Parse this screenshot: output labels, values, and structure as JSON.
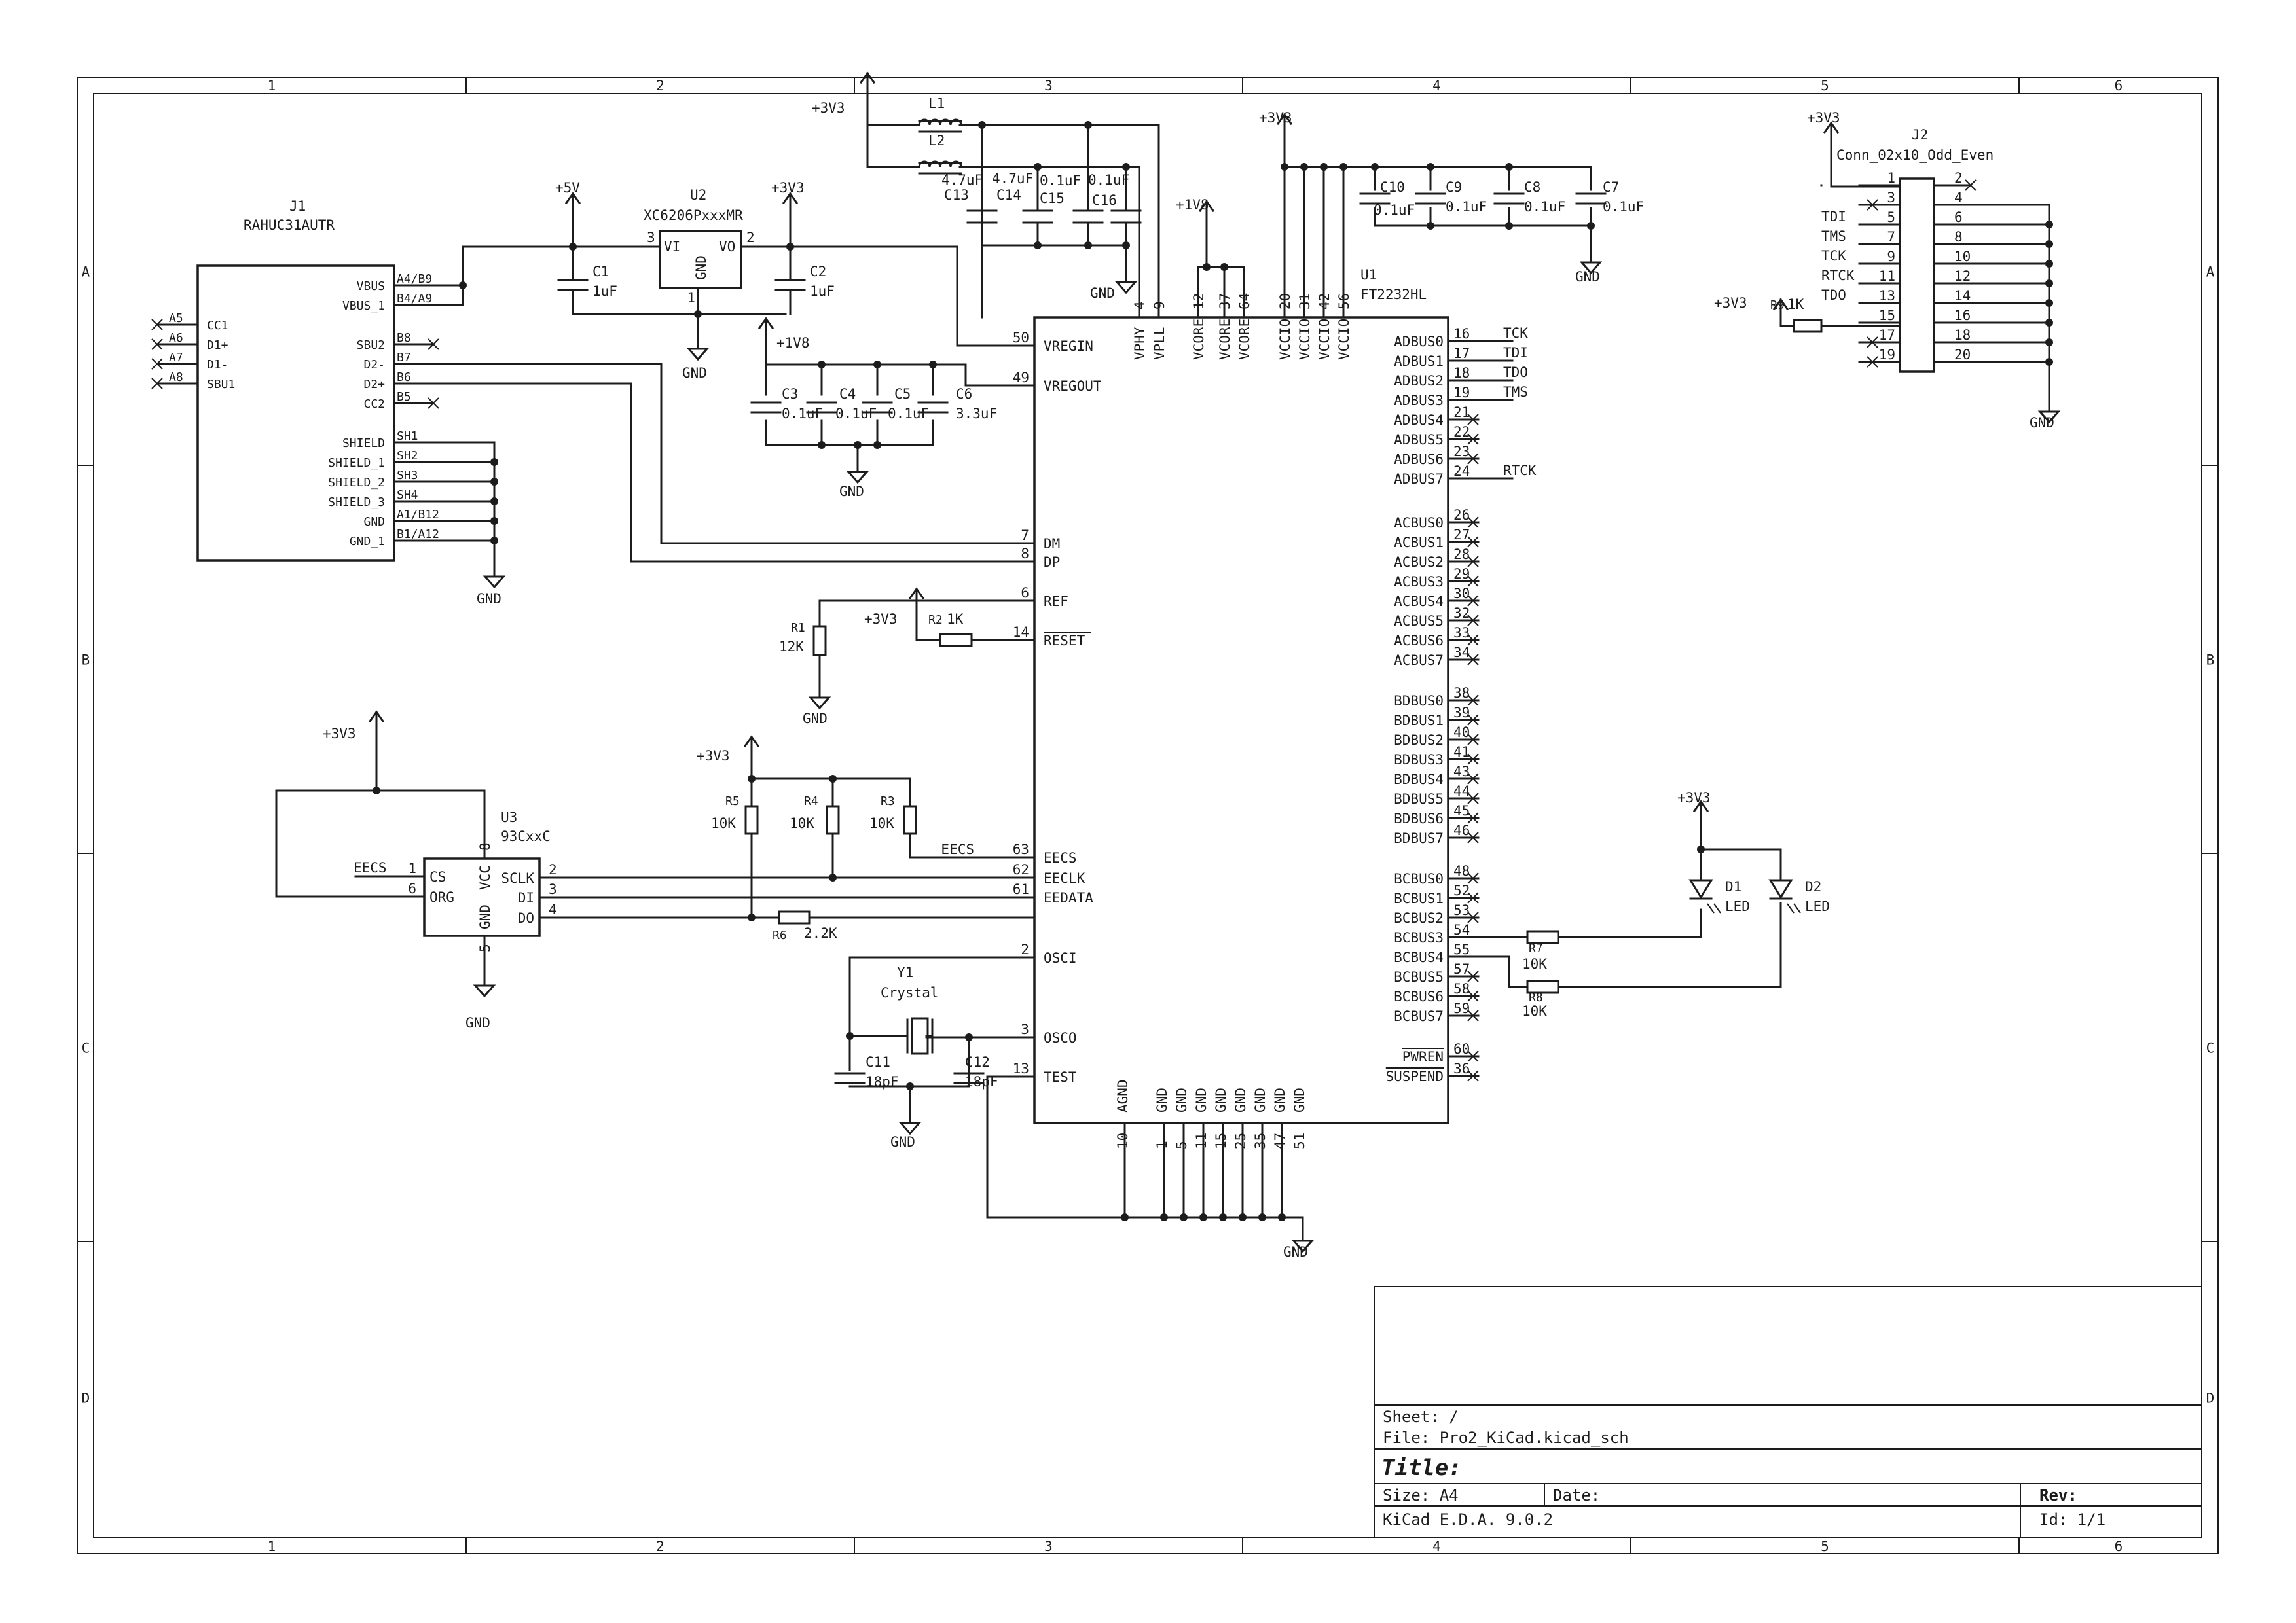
{
  "frame": {
    "columns": [
      "1",
      "2",
      "3",
      "4",
      "5",
      "6"
    ],
    "rows": [
      "A",
      "B",
      "C",
      "D"
    ]
  },
  "title_block": {
    "sheet": "Sheet: /",
    "file": "File: Pro2_KiCad.kicad_sch",
    "title": "Title:",
    "size": "Size: A4",
    "date": "Date:",
    "rev": "Rev:",
    "tool": "KiCad E.D.A. 9.0.2",
    "id": "Id: 1/1"
  },
  "power": {
    "p3v3": "+3V3",
    "p5v": "+5V",
    "p1v8": "+1V8",
    "gnd": "GND"
  },
  "components": {
    "j1": {
      "ref": "J1",
      "value": "RAHUC31AUTR",
      "left_pins": [
        {
          "num": "A5",
          "name": "CC1"
        },
        {
          "num": "A6",
          "name": "D1+"
        },
        {
          "num": "A7",
          "name": "D1-"
        },
        {
          "num": "A8",
          "name": "SBU1"
        }
      ],
      "right_pins": [
        {
          "num": "A4/B9",
          "name": "VBUS"
        },
        {
          "num": "B4/A9",
          "name": "VBUS_1"
        },
        {
          "num": "B8",
          "name": "SBU2"
        },
        {
          "num": "B7",
          "name": "D2-"
        },
        {
          "num": "B6",
          "name": "D2+"
        },
        {
          "num": "B5",
          "name": "CC2"
        },
        {
          "num": "SH1",
          "name": "SHIELD"
        },
        {
          "num": "SH2",
          "name": "SHIELD_1"
        },
        {
          "num": "SH3",
          "name": "SHIELD_2"
        },
        {
          "num": "SH4",
          "name": "SHIELD_3"
        },
        {
          "num": "A1/B12",
          "name": "GND"
        },
        {
          "num": "B1/A12",
          "name": "GND_1"
        }
      ]
    },
    "u2": {
      "ref": "U2",
      "value": "XC6206PxxxMR",
      "pins": [
        {
          "num": "3",
          "name": "VI"
        },
        {
          "num": "2",
          "name": "VO"
        },
        {
          "num": "1",
          "name": "GND"
        }
      ]
    },
    "u1": {
      "ref": "U1",
      "value": "FT2232HL",
      "left_pins": [
        {
          "num": "50",
          "name": "VREGIN"
        },
        {
          "num": "49",
          "name": "VREGOUT"
        },
        {
          "num": "7",
          "name": "DM"
        },
        {
          "num": "8",
          "name": "DP"
        },
        {
          "num": "6",
          "name": "REF"
        },
        {
          "num": "14",
          "name": "RESET"
        },
        {
          "num": "63",
          "name": "EECS"
        },
        {
          "num": "62",
          "name": "EECLK"
        },
        {
          "num": "61",
          "name": "EEDATA"
        },
        {
          "num": "2",
          "name": "OSCI"
        },
        {
          "num": "3",
          "name": "OSCO"
        },
        {
          "num": "13",
          "name": "TEST"
        }
      ],
      "top_pins": [
        {
          "num": "4",
          "name": "VPHY"
        },
        {
          "num": "9",
          "name": "VPLL"
        },
        {
          "num": "12",
          "name": "VCORE"
        },
        {
          "num": "37",
          "name": "VCORE"
        },
        {
          "num": "64",
          "name": "VCORE"
        },
        {
          "num": "20",
          "name": "VCCIO"
        },
        {
          "num": "31",
          "name": "VCCIO"
        },
        {
          "num": "42",
          "name": "VCCIO"
        },
        {
          "num": "56",
          "name": "VCCIO"
        }
      ],
      "bottom_pins": [
        {
          "num": "10",
          "name": "AGND"
        },
        {
          "num": "1",
          "name": "GND"
        },
        {
          "num": "5",
          "name": "GND"
        },
        {
          "num": "11",
          "name": "GND"
        },
        {
          "num": "15",
          "name": "GND"
        },
        {
          "num": "25",
          "name": "GND"
        },
        {
          "num": "35",
          "name": "GND"
        },
        {
          "num": "47",
          "name": "GND"
        },
        {
          "num": "51",
          "name": "GND"
        }
      ],
      "right_pins": [
        {
          "num": "16",
          "name": "ADBUS0",
          "net": "TCK"
        },
        {
          "num": "17",
          "name": "ADBUS1",
          "net": "TDI"
        },
        {
          "num": "18",
          "name": "ADBUS2",
          "net": "TDO"
        },
        {
          "num": "19",
          "name": "ADBUS3",
          "net": "TMS"
        },
        {
          "num": "21",
          "name": "ADBUS4"
        },
        {
          "num": "22",
          "name": "ADBUS5"
        },
        {
          "num": "23",
          "name": "ADBUS6"
        },
        {
          "num": "24",
          "name": "ADBUS7",
          "net": "RTCK"
        },
        {
          "num": "26",
          "name": "ACBUS0"
        },
        {
          "num": "27",
          "name": "ACBUS1"
        },
        {
          "num": "28",
          "name": "ACBUS2"
        },
        {
          "num": "29",
          "name": "ACBUS3"
        },
        {
          "num": "30",
          "name": "ACBUS4"
        },
        {
          "num": "32",
          "name": "ACBUS5"
        },
        {
          "num": "33",
          "name": "ACBUS6"
        },
        {
          "num": "34",
          "name": "ACBUS7"
        },
        {
          "num": "38",
          "name": "BDBUS0"
        },
        {
          "num": "39",
          "name": "BDBUS1"
        },
        {
          "num": "40",
          "name": "BDBUS2"
        },
        {
          "num": "41",
          "name": "BDBUS3"
        },
        {
          "num": "43",
          "name": "BDBUS4"
        },
        {
          "num": "44",
          "name": "BDBUS5"
        },
        {
          "num": "45",
          "name": "BDBUS6"
        },
        {
          "num": "46",
          "name": "BDBUS7"
        },
        {
          "num": "48",
          "name": "BCBUS0"
        },
        {
          "num": "52",
          "name": "BCBUS1"
        },
        {
          "num": "53",
          "name": "BCBUS2"
        },
        {
          "num": "54",
          "name": "BCBUS3"
        },
        {
          "num": "55",
          "name": "BCBUS4"
        },
        {
          "num": "57",
          "name": "BCBUS5"
        },
        {
          "num": "58",
          "name": "BCBUS6"
        },
        {
          "num": "59",
          "name": "BCBUS7"
        },
        {
          "num": "60",
          "name": "PWREN"
        },
        {
          "num": "36",
          "name": "SUSPEND"
        }
      ]
    },
    "u3": {
      "ref": "U3",
      "value": "93CxxC",
      "pins": [
        {
          "num": "1",
          "name": "CS"
        },
        {
          "num": "6",
          "name": "ORG"
        },
        {
          "num": "2",
          "name": "SCLK"
        },
        {
          "num": "3",
          "name": "DI"
        },
        {
          "num": "4",
          "name": "DO"
        },
        {
          "num": "8",
          "name": "VCC"
        },
        {
          "num": "5",
          "name": "GND"
        }
      ]
    },
    "j2": {
      "ref": "J2",
      "value": "Conn_02x10_Odd_Even",
      "odd_pins": [
        "1",
        "3",
        "5",
        "7",
        "9",
        "11",
        "13",
        "15",
        "17",
        "19"
      ],
      "even_pins": [
        "2",
        "4",
        "6",
        "8",
        "10",
        "12",
        "14",
        "16",
        "18",
        "20"
      ],
      "nets": [
        "TDI",
        "TMS",
        "TCK",
        "RTCK",
        "TDO"
      ]
    },
    "y1": {
      "ref": "Y1",
      "value": "Crystal"
    },
    "l1": {
      "ref": "L1"
    },
    "l2": {
      "ref": "L2"
    },
    "c1": {
      "ref": "C1",
      "value": "1uF"
    },
    "c2": {
      "ref": "C2",
      "value": "1uF"
    },
    "c3": {
      "ref": "C3",
      "value": "0.1uF"
    },
    "c4": {
      "ref": "C4",
      "value": "0.1uF"
    },
    "c5": {
      "ref": "C5",
      "value": "0.1uF"
    },
    "c6": {
      "ref": "C6",
      "value": "3.3uF"
    },
    "c7": {
      "ref": "C7",
      "value": "0.1uF"
    },
    "c8": {
      "ref": "C8",
      "value": "0.1uF"
    },
    "c9": {
      "ref": "C9",
      "value": "0.1uF"
    },
    "c10": {
      "ref": "C10",
      "value": "0.1uF"
    },
    "c11": {
      "ref": "C11",
      "value": "18pF"
    },
    "c12": {
      "ref": "C12",
      "value": "18pF"
    },
    "c13": {
      "ref": "C13",
      "value": "4.7uF"
    },
    "c14": {
      "ref": "C14",
      "value": "4.7uF"
    },
    "c15": {
      "ref": "C15",
      "value": "0.1uF"
    },
    "c16": {
      "ref": "C16",
      "value": "0.1uF"
    },
    "r1": {
      "ref": "R1",
      "value": "12K"
    },
    "r2": {
      "ref": "R2",
      "value": "1K"
    },
    "r3": {
      "ref": "R3",
      "value": "10K"
    },
    "r4": {
      "ref": "R4",
      "value": "10K"
    },
    "r5": {
      "ref": "R5",
      "value": "10K"
    },
    "r6": {
      "ref": "R6",
      "value": "2.2K"
    },
    "r7": {
      "ref": "R7",
      "value": "10K"
    },
    "r8": {
      "ref": "R8",
      "value": "10K"
    },
    "r9": {
      "ref": "R9",
      "value": "1K"
    },
    "d1": {
      "ref": "D1",
      "value": "LED"
    },
    "d2": {
      "ref": "D2",
      "value": "LED"
    }
  },
  "nets": {
    "eecs": "EECS"
  }
}
